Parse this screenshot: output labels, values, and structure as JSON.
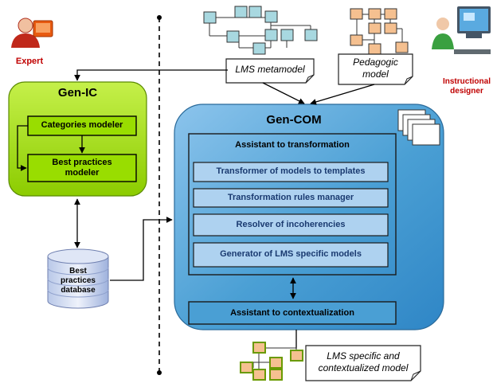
{
  "actors": {
    "expert": "Expert",
    "designer_line1": "Instructional",
    "designer_line2": "designer"
  },
  "gen_ic": {
    "title": "Gen-IC",
    "categories_modeler": "Categories modeler",
    "best_practices_line1": "Best practices",
    "best_practices_line2": "modeler"
  },
  "database": {
    "line1": "Best",
    "line2": "practices",
    "line3": "database"
  },
  "gen_com": {
    "title": "Gen-COM",
    "assistant_transformation": "Assistant to transformation",
    "modules": [
      "Transformer of models to templates",
      "Transformation rules manager",
      "Resolver of incoherencies",
      "Generator of LMS specific models"
    ],
    "assistant_contextualization": "Assistant to contextualization"
  },
  "notes": {
    "lms_metamodel": "LMS metamodel",
    "pedagogic_line1": "Pedagogic",
    "pedagogic_line2": "model",
    "output_line1": "LMS specific and",
    "output_line2": "contextualized model"
  },
  "colors": {
    "gen_ic_fill": "#99dd00",
    "gen_com_fill": "#4a9fd4",
    "module_fill": "#aed2f0",
    "label_red": "#c00000",
    "lms_node": "#a8d8e0",
    "pedagogic_node": "#f5c090",
    "output_node": "#9acd32"
  }
}
